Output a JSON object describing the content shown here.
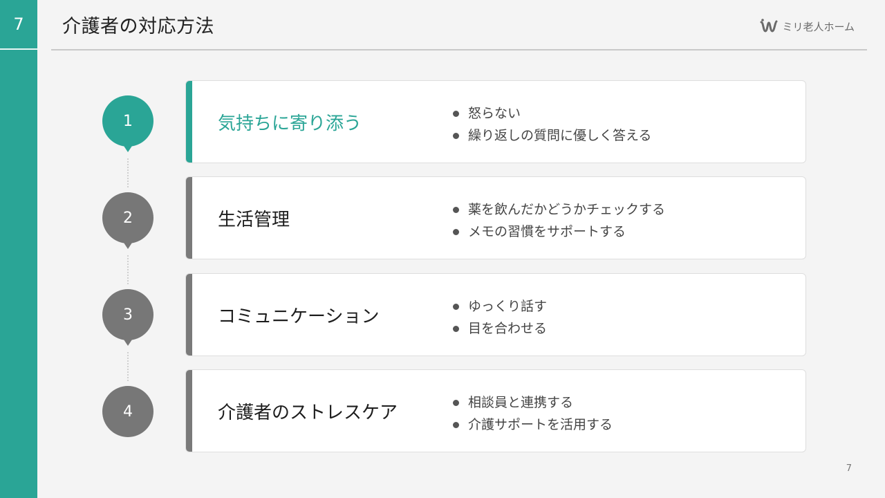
{
  "sidebar": {
    "slide_number": "7"
  },
  "header": {
    "title": "介護者の対応方法",
    "brand_name": "ミリ老人ホーム",
    "brand_icon": "w-logo-icon"
  },
  "footer": {
    "page_number": "7"
  },
  "colors": {
    "accent": "#2aa596",
    "inactive": "#777777"
  },
  "steps": [
    {
      "number": "1",
      "title": "気持ちに寄り添う",
      "bullets": [
        "怒らない",
        "繰り返しの質問に優しく答える"
      ]
    },
    {
      "number": "2",
      "title": "生活管理",
      "bullets": [
        "薬を飲んだかどうかチェックする",
        "メモの習慣をサポートする"
      ]
    },
    {
      "number": "3",
      "title": "コミュニケーション",
      "bullets": [
        "ゆっくり話す",
        "目を合わせる"
      ]
    },
    {
      "number": "4",
      "title": "介護者のストレスケア",
      "bullets": [
        "相談員と連携する",
        "介護サポートを活用する"
      ]
    }
  ]
}
